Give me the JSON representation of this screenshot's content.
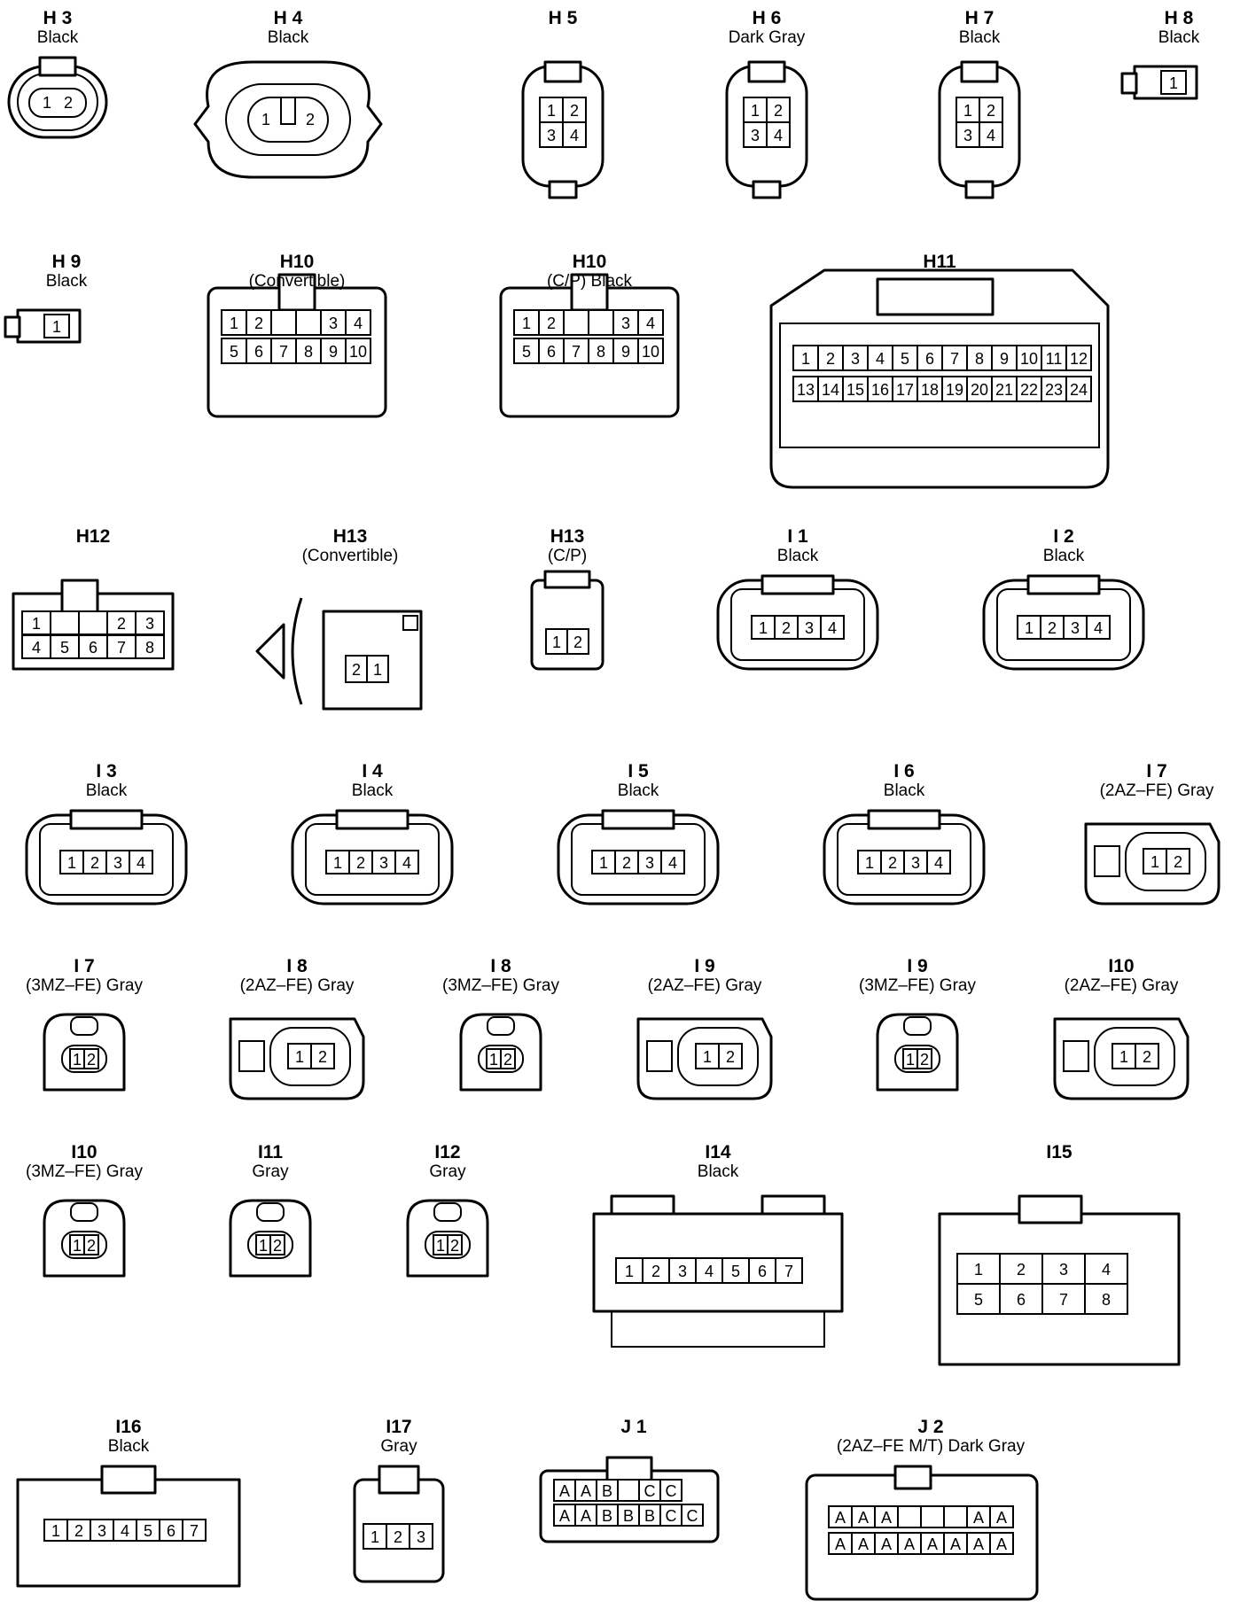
{
  "connectors": [
    {
      "code": "H 3",
      "spec": "Black",
      "kind": "oval2",
      "row": [
        [
          "1",
          "2"
        ]
      ]
    },
    {
      "code": "H 4",
      "spec": "Black",
      "kind": "big2",
      "row": [
        [
          "1",
          "2"
        ]
      ]
    },
    {
      "code": "H 5",
      "spec": "",
      "kind": "quad",
      "row": [
        [
          "1",
          "2"
        ],
        [
          "3",
          "4"
        ]
      ]
    },
    {
      "code": "H 6",
      "spec": "Dark Gray",
      "kind": "quad",
      "row": [
        [
          "1",
          "2"
        ],
        [
          "3",
          "4"
        ]
      ]
    },
    {
      "code": "H 7",
      "spec": "Black",
      "kind": "quad",
      "row": [
        [
          "1",
          "2"
        ],
        [
          "3",
          "4"
        ]
      ]
    },
    {
      "code": "H 8",
      "spec": "Black",
      "kind": "single",
      "row": [
        [
          "1"
        ]
      ]
    },
    {
      "code": "H 9",
      "spec": "Black",
      "kind": "single",
      "row": [
        [
          "1"
        ]
      ]
    },
    {
      "code": "H10",
      "spec": "(Convertible)",
      "kind": "ten",
      "row": [
        [
          "1",
          "2",
          "",
          "",
          "3",
          "4"
        ],
        [
          "5",
          "6",
          "7",
          "8",
          "9",
          "10"
        ]
      ]
    },
    {
      "code": "H10",
      "spec": "(C/P)  Black",
      "kind": "ten",
      "row": [
        [
          "1",
          "2",
          "",
          "",
          "3",
          "4"
        ],
        [
          "5",
          "6",
          "7",
          "8",
          "9",
          "10"
        ]
      ]
    },
    {
      "code": "H11",
      "spec": "",
      "kind": "big24",
      "row": [
        [
          "1",
          "2",
          "3",
          "4",
          "5",
          "6",
          "7",
          "8",
          "9",
          "10",
          "11",
          "12"
        ],
        [
          "13",
          "14",
          "15",
          "16",
          "17",
          "18",
          "19",
          "20",
          "21",
          "22",
          "23",
          "24"
        ]
      ]
    },
    {
      "code": "H12",
      "spec": "",
      "kind": "eight",
      "row": [
        [
          "1",
          "",
          "",
          "2",
          "3"
        ],
        [
          "4",
          "5",
          "6",
          "7",
          "8"
        ]
      ]
    },
    {
      "code": "H13",
      "spec": "(Convertible)",
      "kind": "clip",
      "row": [
        [
          "2",
          "1"
        ]
      ]
    },
    {
      "code": "H13",
      "spec": "(C/P)",
      "kind": "small2",
      "row": [
        [
          "1",
          "2"
        ]
      ]
    },
    {
      "code": "I 1",
      "spec": "Black",
      "kind": "four",
      "row": [
        [
          "1",
          "2",
          "3",
          "4"
        ]
      ]
    },
    {
      "code": "I 2",
      "spec": "Black",
      "kind": "four",
      "row": [
        [
          "1",
          "2",
          "3",
          "4"
        ]
      ]
    },
    {
      "code": "I 3",
      "spec": "Black",
      "kind": "four",
      "row": [
        [
          "1",
          "2",
          "3",
          "4"
        ]
      ]
    },
    {
      "code": "I 4",
      "spec": "Black",
      "kind": "four",
      "row": [
        [
          "1",
          "2",
          "3",
          "4"
        ]
      ]
    },
    {
      "code": "I 5",
      "spec": "Black",
      "kind": "four",
      "row": [
        [
          "1",
          "2",
          "3",
          "4"
        ]
      ]
    },
    {
      "code": "I 6",
      "spec": "Black",
      "kind": "four",
      "row": [
        [
          "1",
          "2",
          "3",
          "4"
        ]
      ]
    },
    {
      "code": "I 7",
      "spec": "(2AZ–FE)  Gray",
      "kind": "inj",
      "row": [
        [
          "1",
          "2"
        ]
      ]
    },
    {
      "code": "I 7",
      "spec": "(3MZ–FE)  Gray",
      "kind": "tiny",
      "row": [
        [
          "1",
          "2"
        ]
      ]
    },
    {
      "code": "I 8",
      "spec": "(2AZ–FE)  Gray",
      "kind": "inj",
      "row": [
        [
          "1",
          "2"
        ]
      ]
    },
    {
      "code": "I 8",
      "spec": "(3MZ–FE)  Gray",
      "kind": "tiny",
      "row": [
        [
          "1",
          "2"
        ]
      ]
    },
    {
      "code": "I 9",
      "spec": "(2AZ–FE)  Gray",
      "kind": "inj",
      "row": [
        [
          "1",
          "2"
        ]
      ]
    },
    {
      "code": "I 9",
      "spec": "(3MZ–FE)  Gray",
      "kind": "tiny",
      "row": [
        [
          "1",
          "2"
        ]
      ]
    },
    {
      "code": "I10",
      "spec": "(2AZ–FE)  Gray",
      "kind": "inj",
      "row": [
        [
          "1",
          "2"
        ]
      ]
    },
    {
      "code": "I10",
      "spec": "(3MZ–FE)  Gray",
      "kind": "tiny",
      "row": [
        [
          "1",
          "2"
        ]
      ]
    },
    {
      "code": "I11",
      "spec": "Gray",
      "kind": "tiny",
      "row": [
        [
          "1",
          "2"
        ]
      ]
    },
    {
      "code": "I12",
      "spec": "Gray",
      "kind": "tiny",
      "row": [
        [
          "1",
          "2"
        ]
      ]
    },
    {
      "code": "I14",
      "spec": "Black",
      "kind": "seven",
      "row": [
        [
          "1",
          "2",
          "3",
          "4",
          "5",
          "6",
          "7"
        ]
      ]
    },
    {
      "code": "I15",
      "spec": "",
      "kind": "eightbox",
      "row": [
        [
          "1",
          "2",
          "3",
          "4"
        ],
        [
          "5",
          "6",
          "7",
          "8"
        ]
      ]
    },
    {
      "code": "I16",
      "spec": "Black",
      "kind": "seveninv",
      "row": [
        [
          "1",
          "2",
          "3",
          "4",
          "5",
          "6",
          "7"
        ]
      ]
    },
    {
      "code": "I17",
      "spec": "Gray",
      "kind": "three",
      "row": [
        [
          "1",
          "2",
          "3"
        ]
      ]
    },
    {
      "code": "J 1",
      "spec": "",
      "kind": "jbox",
      "row": [
        [
          "A",
          "A",
          "B",
          "",
          "C",
          "C"
        ],
        [
          "A",
          "A",
          "B",
          "B",
          "B",
          "C",
          "C"
        ]
      ]
    },
    {
      "code": "J 2",
      "spec": "(2AZ–FE M/T)  Dark Gray",
      "kind": "jbox2",
      "row": [
        [
          "A",
          "A",
          "A",
          "",
          "",
          "",
          "A",
          "A"
        ],
        [
          "A",
          "A",
          "A",
          "A",
          "A",
          "A",
          "A",
          "A"
        ]
      ]
    }
  ]
}
